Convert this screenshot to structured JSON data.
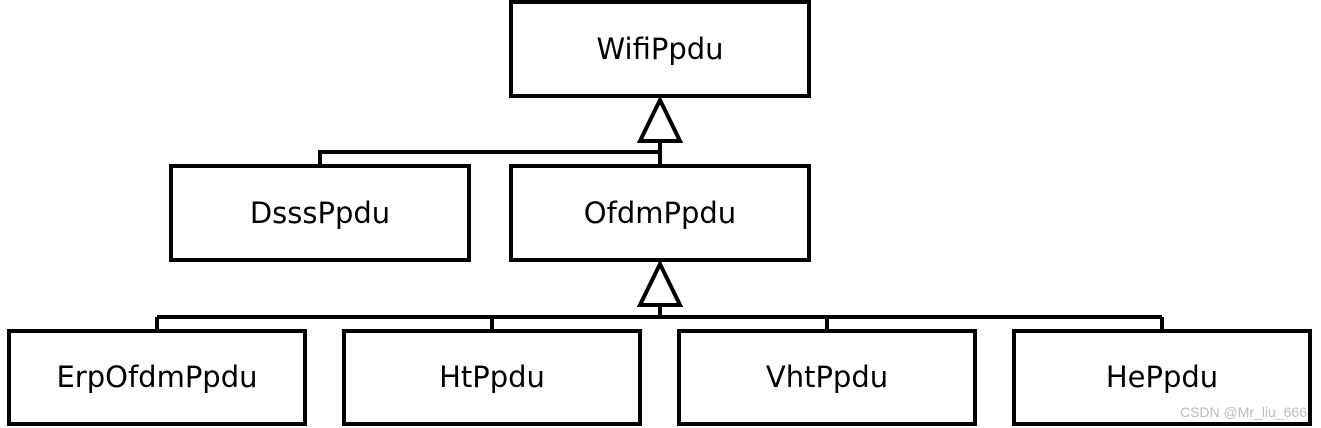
{
  "diagram": {
    "type": "class-hierarchy",
    "nodes": {
      "wifi": "WifiPpdu",
      "dsss": "DsssPpdu",
      "ofdm": "OfdmPpdu",
      "erpofdm": "ErpOfdmPpdu",
      "ht": "HtPpdu",
      "vht": "VhtPpdu",
      "he": "HePpdu"
    },
    "inherits": [
      {
        "child": "DsssPpdu",
        "parent": "WifiPpdu"
      },
      {
        "child": "OfdmPpdu",
        "parent": "WifiPpdu"
      },
      {
        "child": "ErpOfdmPpdu",
        "parent": "OfdmPpdu"
      },
      {
        "child": "HtPpdu",
        "parent": "OfdmPpdu"
      },
      {
        "child": "VhtPpdu",
        "parent": "OfdmPpdu"
      },
      {
        "child": "HePpdu",
        "parent": "OfdmPpdu"
      }
    ]
  },
  "watermark": "CSDN @Mr_liu_666"
}
